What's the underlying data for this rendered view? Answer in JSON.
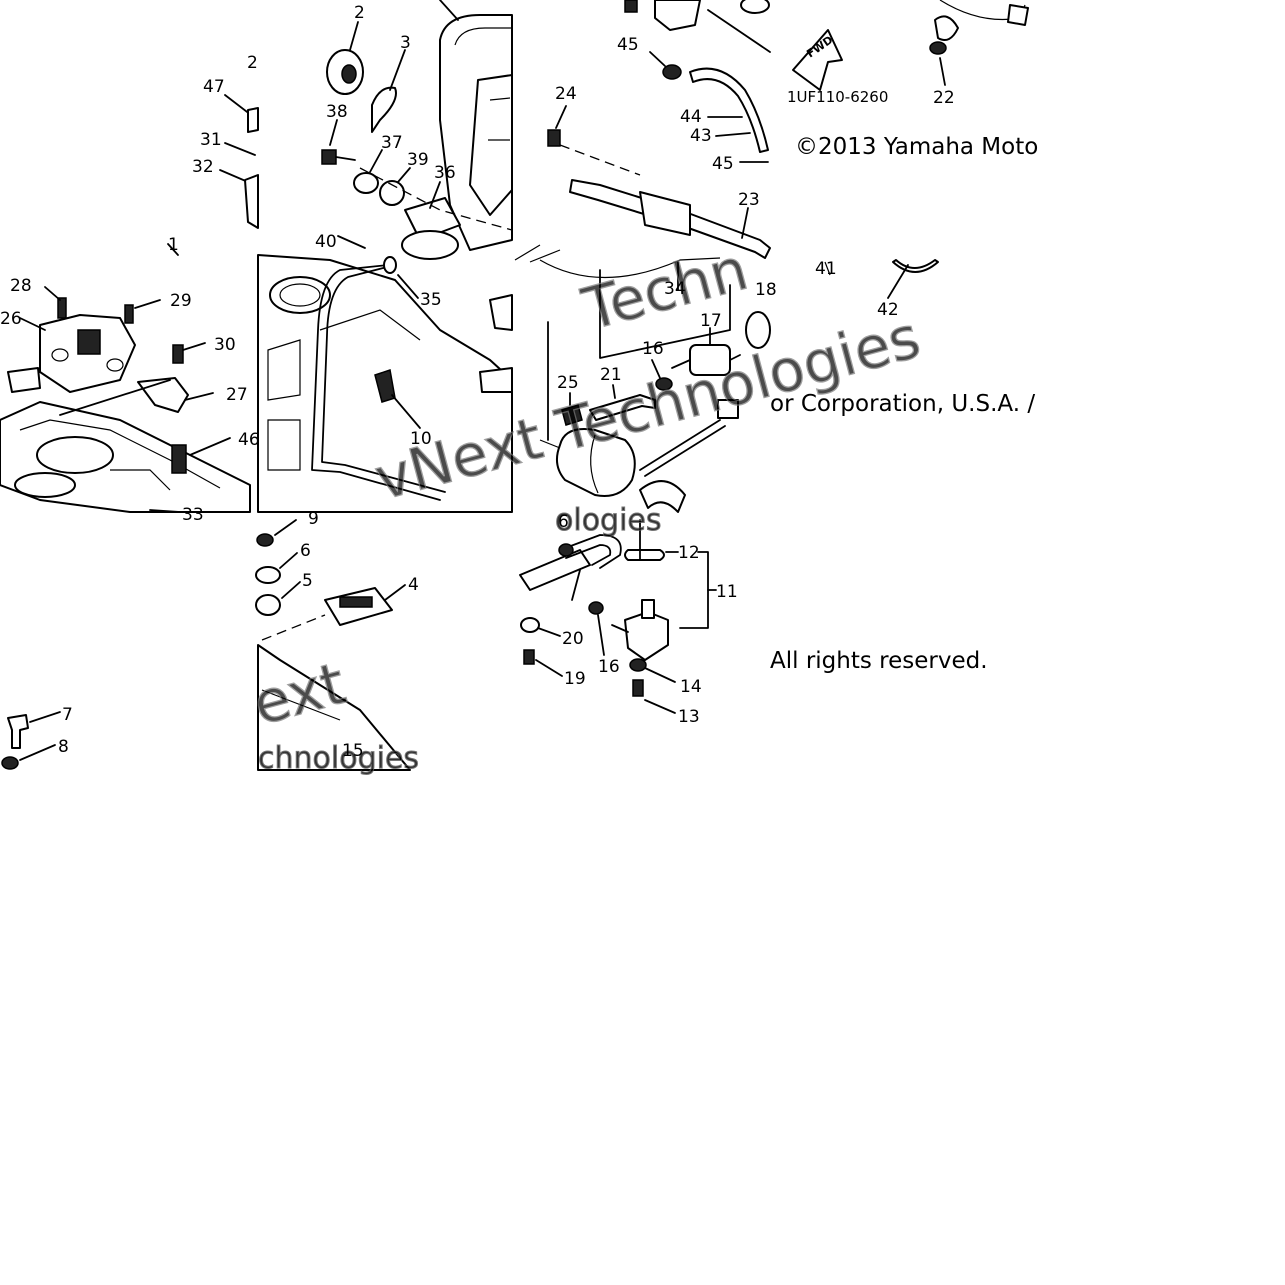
{
  "diagram": {
    "drawing_code": "1UF110-6260",
    "copyright_line": "©2013 Yamaha Moto",
    "copyright_line_2": "or Corporation, U.S.A. /",
    "rights": "All rights reserved.",
    "fwd_label": "FWD",
    "watermark": [
      "vNext Technologies",
      "Techn",
      "ext",
      "chnologies",
      "ologies"
    ],
    "callouts": [
      "1",
      "2",
      "3",
      "4",
      "5",
      "6",
      "7",
      "8",
      "9",
      "10",
      "11",
      "12",
      "13",
      "14",
      "15",
      "16",
      "17",
      "18",
      "19",
      "20",
      "21",
      "22",
      "23",
      "24",
      "25",
      "26",
      "27",
      "28",
      "29",
      "30",
      "31",
      "32",
      "33",
      "34",
      "35",
      "36",
      "37",
      "38",
      "39",
      "40",
      "41",
      "42",
      "43",
      "44",
      "45",
      "46",
      "47"
    ]
  }
}
